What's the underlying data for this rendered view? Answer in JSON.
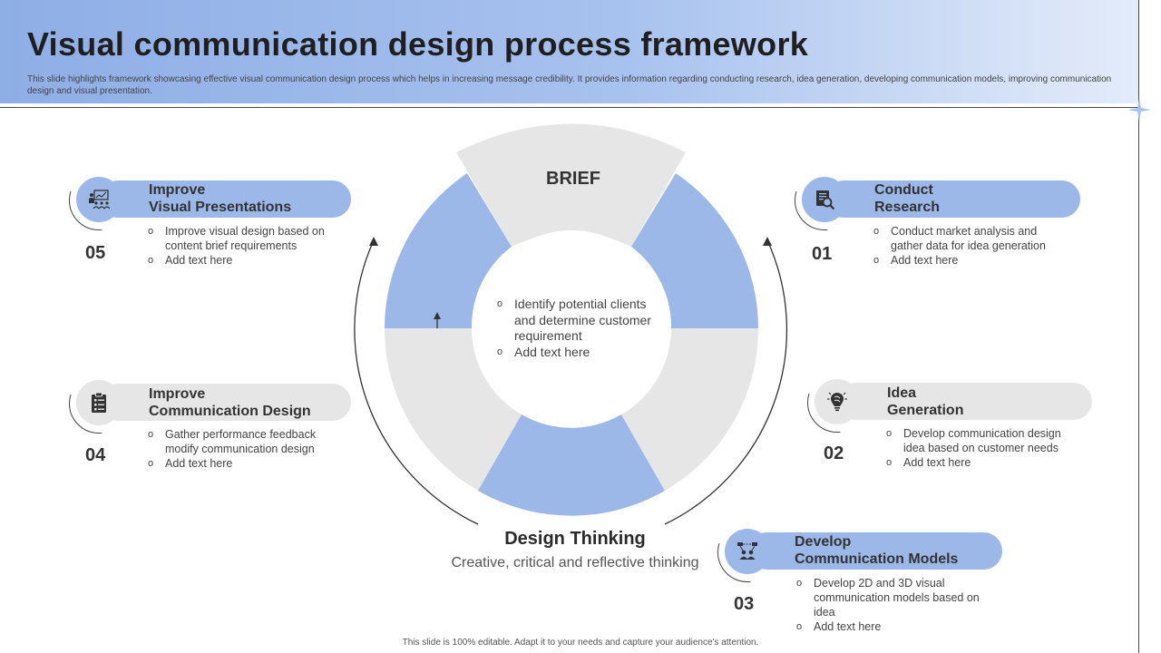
{
  "header": {
    "title": "Visual communication design process framework",
    "subtitle": "This slide highlights framework showcasing effective visual communication design process which helps in increasing message credibility. It provides information regarding conducting research, idea generation, developing communication models, improving communication design and visual presentation."
  },
  "center": {
    "brief_label": "BRIEF",
    "bullets": [
      "Identify potential clients and determine customer requirement",
      "Add text here"
    ],
    "design_thinking_title": "Design Thinking",
    "design_thinking_subtitle": "Creative, critical and reflective thinking"
  },
  "steps": [
    {
      "num": "01",
      "title_line1": "Conduct",
      "title_line2": "Research",
      "bullets": [
        "Conduct market analysis and gather data for idea generation",
        "Add text here"
      ],
      "icon": "research-document-magnifier-icon"
    },
    {
      "num": "02",
      "title_line1": "Idea",
      "title_line2": "Generation",
      "bullets": [
        "Develop communication design idea based on customer needs",
        "Add text here"
      ],
      "icon": "brain-lightbulb-icon"
    },
    {
      "num": "03",
      "title_line1": "Develop",
      "title_line2": "Communication Models",
      "bullets": [
        "Develop 2D and 3D visual communication models based on idea",
        "Add text here"
      ],
      "icon": "people-network-icon"
    },
    {
      "num": "04",
      "title_line1": "Improve",
      "title_line2": "Communication Design",
      "bullets": [
        "Gather performance feedback modify communication design",
        "Add text here"
      ],
      "icon": "clipboard-checklist-icon"
    },
    {
      "num": "05",
      "title_line1": "Improve",
      "title_line2": "Visual Presentations",
      "bullets": [
        "Improve visual design based on content brief requirements",
        "Add text here"
      ],
      "icon": "presentation-board-icon"
    }
  ],
  "colors": {
    "accent_blue": "#9bb8e8",
    "light_grey": "#e6e6e6",
    "dark_text": "#333333"
  },
  "footer": {
    "text": "This slide is 100% editable. Adapt it to your needs and capture your audience's attention."
  }
}
